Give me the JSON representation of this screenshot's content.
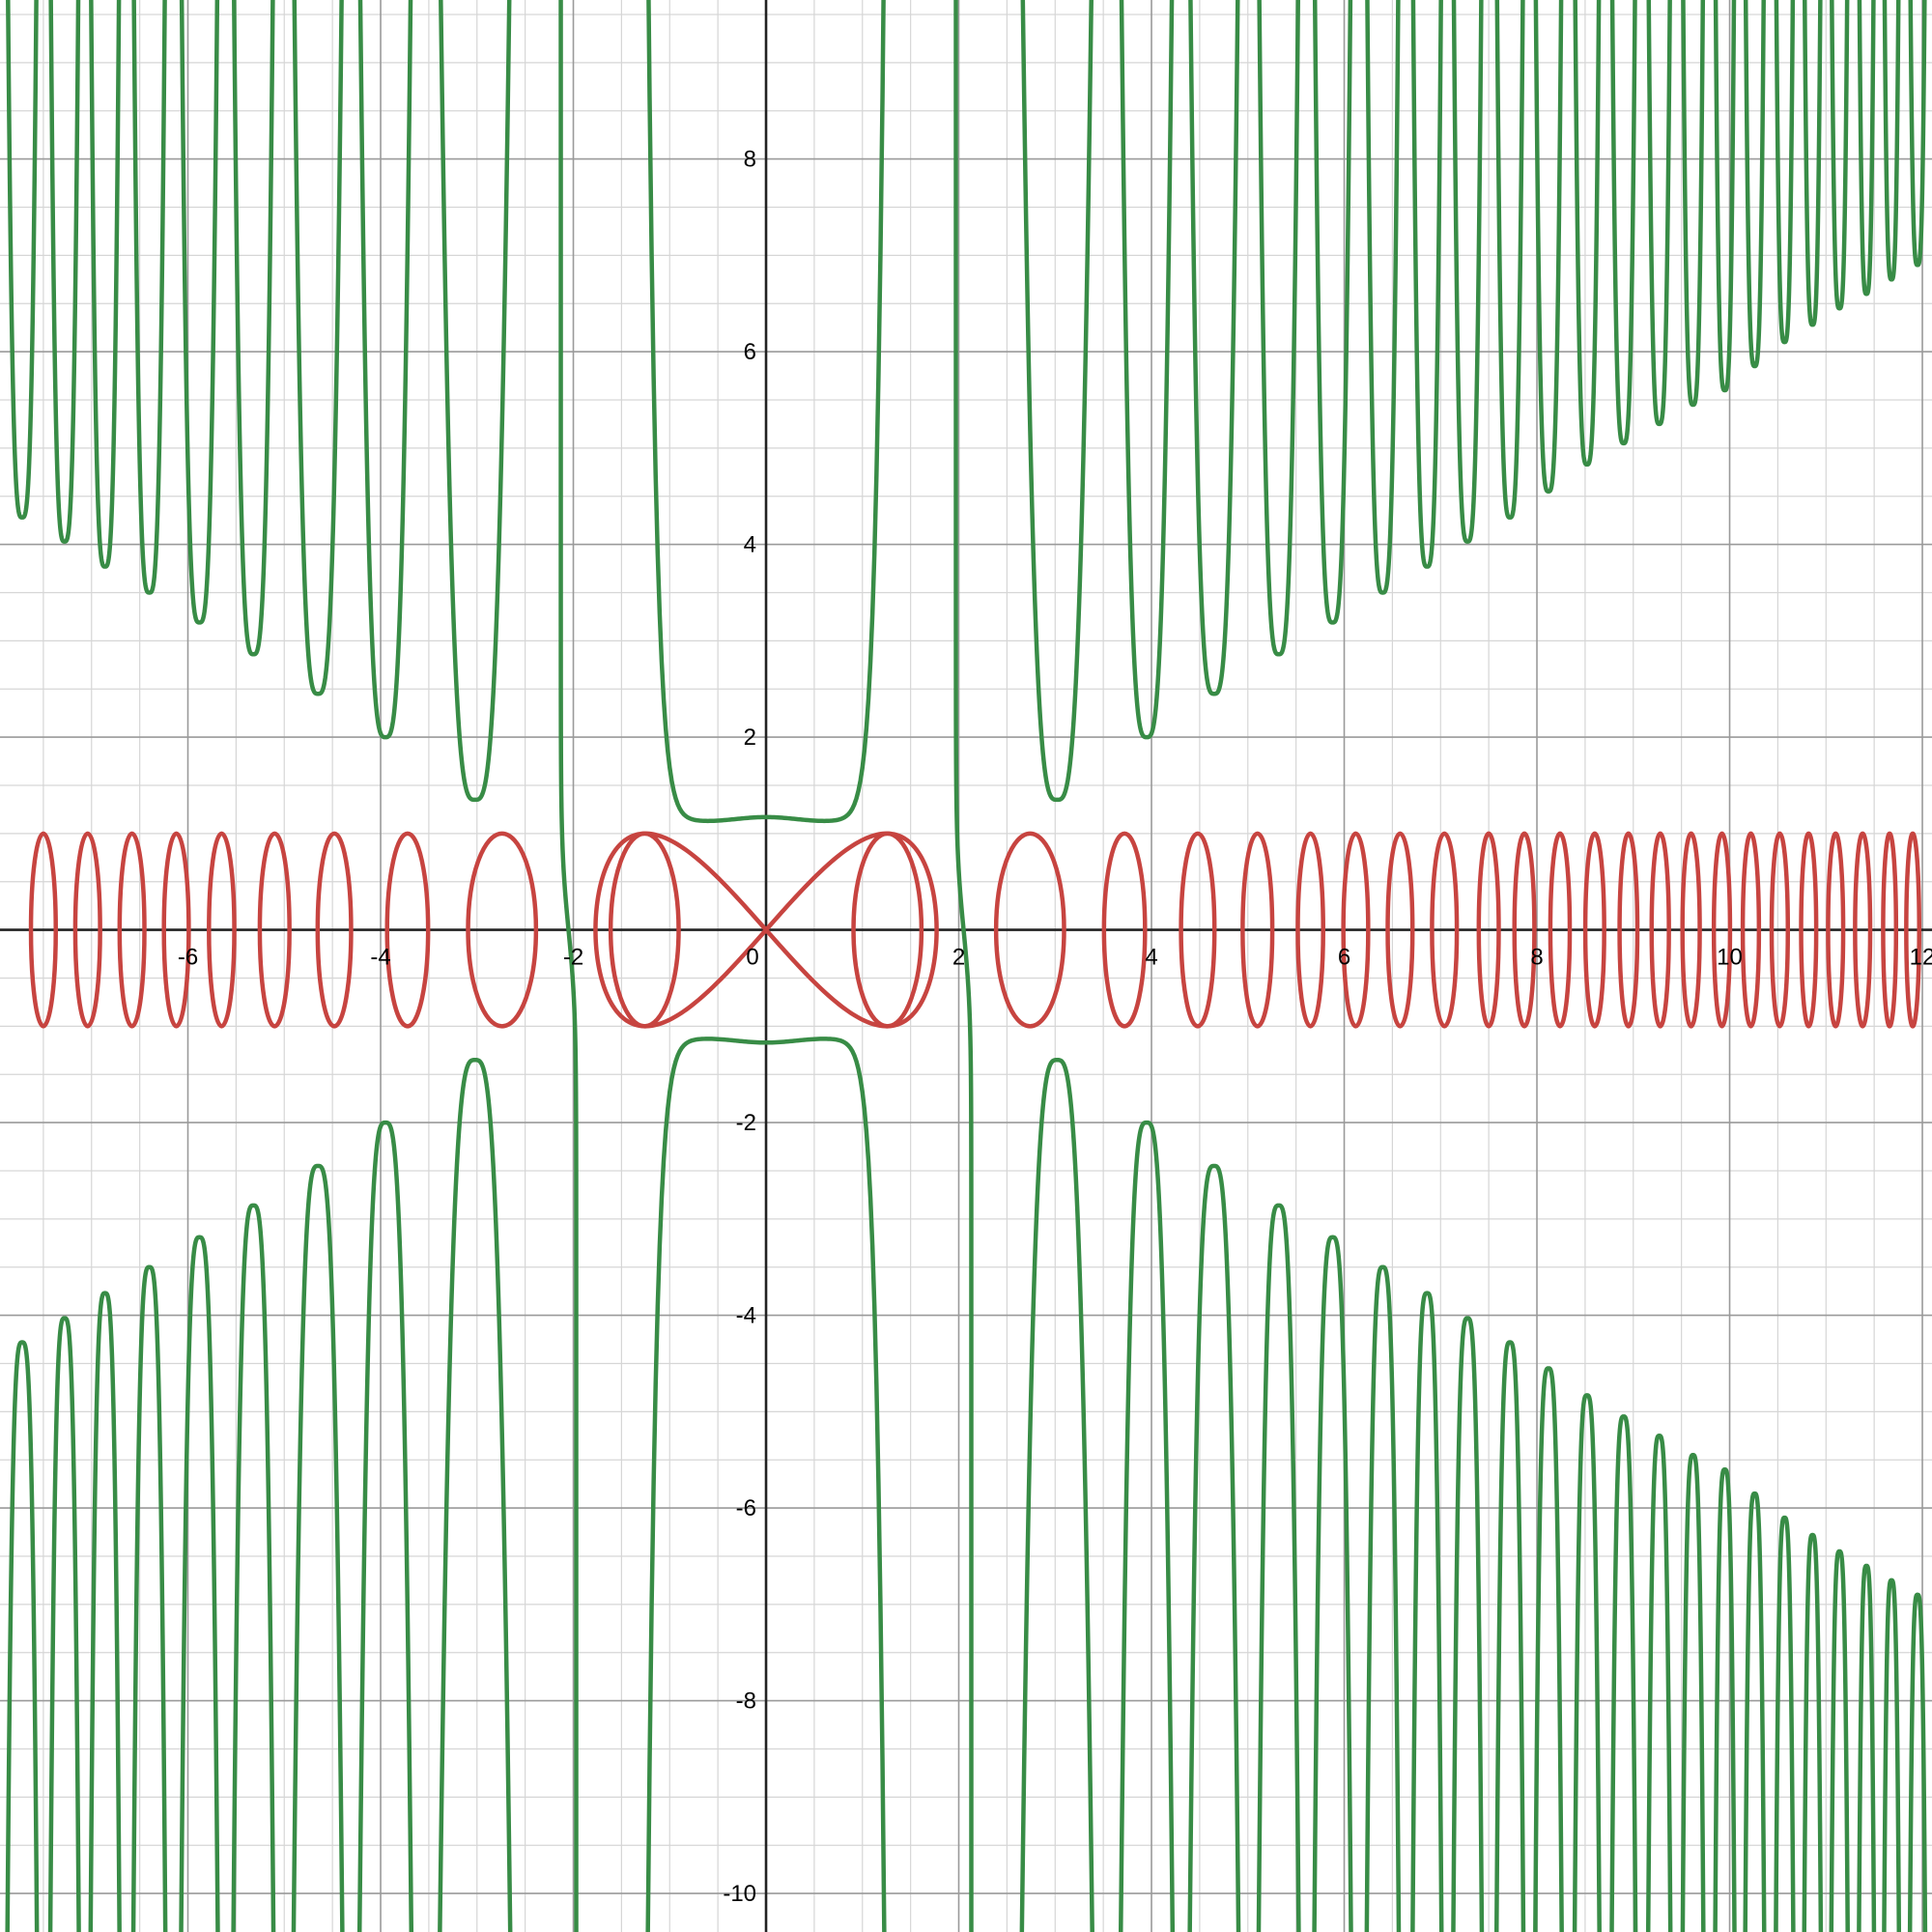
{
  "chart_data": {
    "type": "line",
    "title": "",
    "xlabel": "",
    "ylabel": "",
    "xlim": [
      -7.95,
      12.1
    ],
    "ylim": [
      -10.4,
      9.65
    ],
    "grid": true,
    "minor_grid": true,
    "x_ticks": [
      -6,
      -4,
      -2,
      0,
      2,
      4,
      6,
      8,
      10,
      12
    ],
    "x_tick_labels": [
      "-6",
      "-4",
      "-2",
      "0",
      "2",
      "4",
      "6",
      "8",
      "10",
      "12"
    ],
    "y_ticks": [
      8,
      6,
      4,
      2,
      -2,
      -4,
      -6,
      -8,
      -10
    ],
    "y_tick_labels": [
      "8",
      "6",
      "4",
      "2",
      "-2",
      "-4",
      "-6",
      "-8",
      "-10"
    ],
    "series": [
      {
        "curve": "closed-loops",
        "color": "#c74440",
        "description_values": {
          "y_amplitude": 1,
          "loop_centers_x": [
            -7.5,
            -7.04,
            -6.58,
            -6.12,
            -5.65,
            -5.1,
            -4.48,
            -3.72,
            -2.74,
            -1.26,
            0,
            1.26,
            2.74,
            3.72,
            4.48,
            5.1,
            5.65,
            6.12,
            6.58,
            7.04,
            7.5,
            7.87,
            8.24,
            8.6,
            8.95,
            9.28,
            9.6,
            9.92,
            10.22,
            10.52,
            10.82,
            11.1,
            11.38,
            11.66,
            11.9
          ],
          "central_figure_eight_x_range": [
            -1.77,
            1.77
          ]
        }
      },
      {
        "curve": "asymptotic-spikes",
        "color": "#388c46",
        "description_values": {
          "upper_branch_min_x": [
            -7.72,
            -7.28,
            -6.86,
            -6.4,
            -5.88,
            -5.32,
            -4.65,
            -3.95,
            -3.02,
            0,
            3.02,
            3.95,
            4.65,
            5.32,
            5.88,
            6.4,
            6.86,
            7.28,
            7.72,
            8.12,
            8.52,
            8.9,
            9.27,
            9.62,
            9.95,
            10.26,
            10.57,
            10.86,
            11.14,
            11.42,
            11.68,
            11.95
          ],
          "upper_branch_min_y": [
            4.28,
            4.03,
            3.77,
            3.5,
            3.19,
            2.86,
            2.45,
            2.0,
            1.35,
            1.15,
            1.35,
            2.0,
            2.45,
            2.86,
            3.19,
            3.5,
            3.77,
            4.03,
            4.28,
            4.55,
            4.83,
            5.05,
            5.25,
            5.45,
            5.6,
            5.85,
            6.1,
            6.28,
            6.45,
            6.6,
            6.75,
            6.9
          ],
          "near_vertical_crossings_x": [
            -2.05,
            2.05
          ]
        }
      }
    ]
  }
}
